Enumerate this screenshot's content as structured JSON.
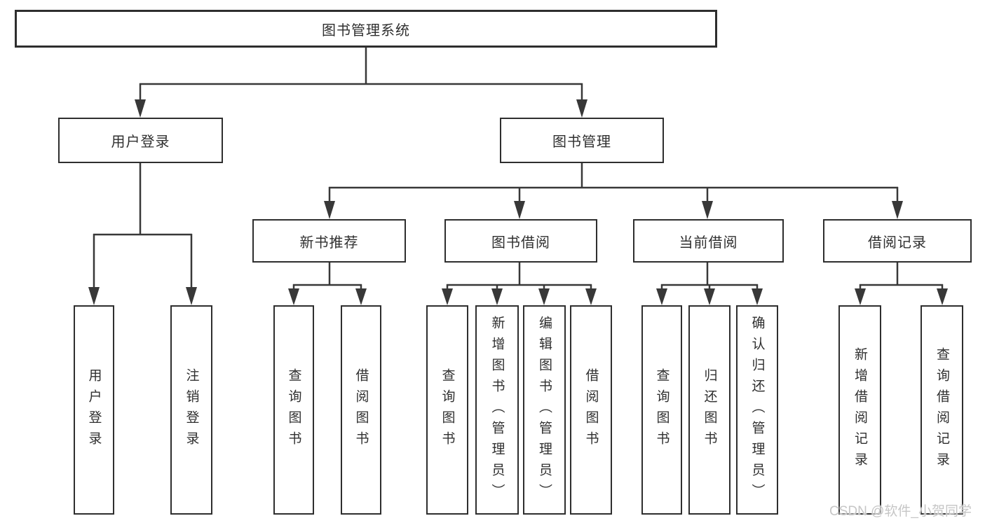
{
  "watermark": "CSDN @软件_小贺同学",
  "colors": {
    "line": "#383838",
    "box_border": "#2e2e2e",
    "box_background": "#ffffff",
    "text": "#2f2f2f",
    "watermark": "#c6c6c6"
  },
  "tree": {
    "label": "图书管理系统",
    "children": [
      {
        "label": "用户登录",
        "children": [
          {
            "label": "用户登录"
          },
          {
            "label": "注销登录"
          }
        ]
      },
      {
        "label": "图书管理",
        "children": [
          {
            "label": "新书推荐",
            "children": [
              {
                "label": "查询图书"
              },
              {
                "label": "借阅图书"
              }
            ]
          },
          {
            "label": "图书借阅",
            "children": [
              {
                "label": "查询图书"
              },
              {
                "label": "新增图书（管理员）"
              },
              {
                "label": "编辑图书（管理员）"
              },
              {
                "label": "借阅图书"
              }
            ]
          },
          {
            "label": "当前借阅",
            "children": [
              {
                "label": "查询图书"
              },
              {
                "label": "归还图书"
              },
              {
                "label": "确认归还（管理员）"
              }
            ]
          },
          {
            "label": "借阅记录",
            "children": [
              {
                "label": "新增借阅记录"
              },
              {
                "label": "查询借阅记录"
              }
            ]
          }
        ]
      }
    ]
  }
}
